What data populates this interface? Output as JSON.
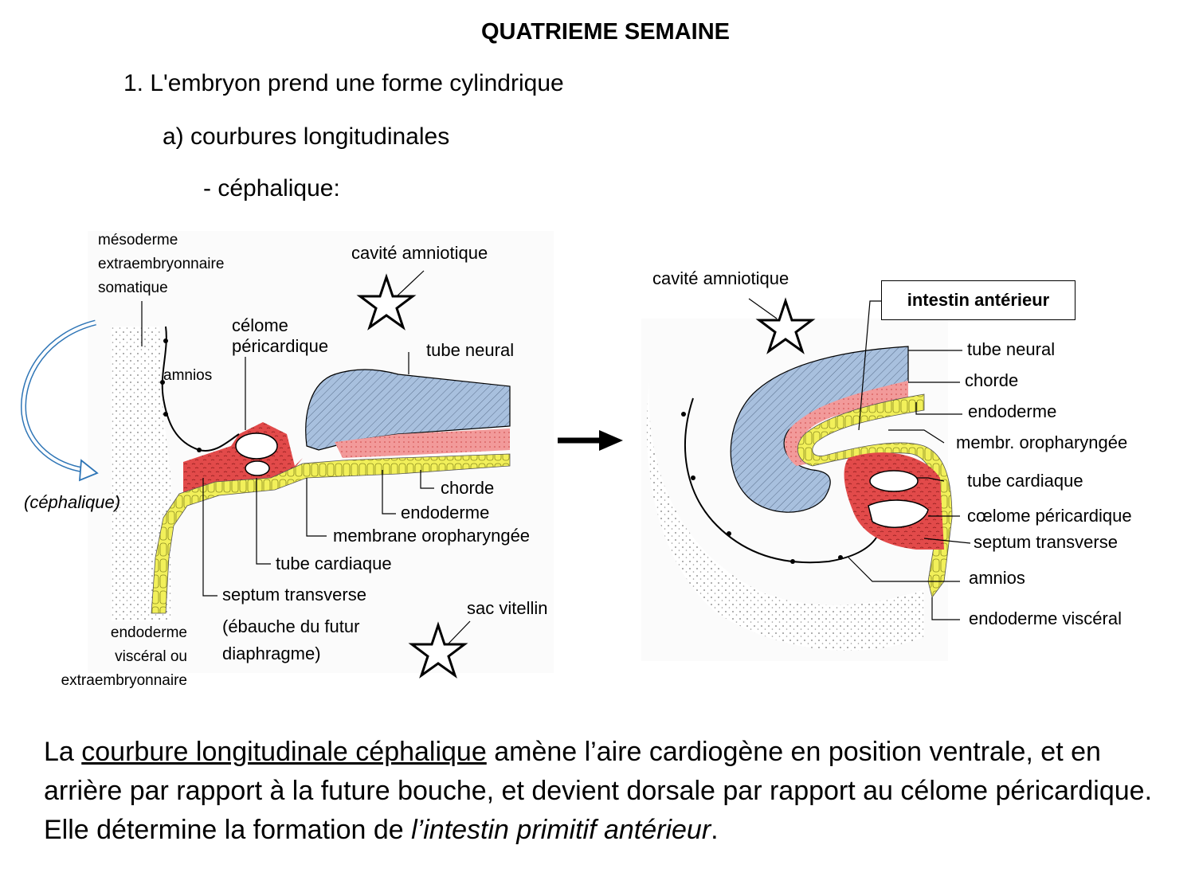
{
  "title": "QUATRIEME SEMAINE",
  "heading1": "1. L'embryon prend une forme cylindrique",
  "heading2": "a) courbures longitudinales",
  "heading3": "- céphalique:",
  "left": {
    "mesoderme_l1": "mésoderme",
    "mesoderme_l2": "extraembryonnaire",
    "mesoderme_l3": "somatique",
    "cavite": "cavité amniotique",
    "celome_l1": "célome",
    "celome_l2": "péricardique",
    "tube_neural": "tube neural",
    "amnios": "amnios",
    "cephalique": "(céphalique)",
    "chorde": "chorde",
    "endoderme": "endoderme",
    "membrane": "membrane oropharyngée",
    "tube_cardiaque": "tube cardiaque",
    "septum": "septum transverse",
    "ebauche_l1": "(ébauche du futur",
    "ebauche_l2": "diaphragme)",
    "sac": "sac vitellin",
    "endo_visc_l1": "endoderme",
    "endo_visc_l2": "viscéral ou",
    "endo_visc_l3": "extraembryonnaire"
  },
  "right": {
    "cavite": "cavité amniotique",
    "intestin": "intestin antérieur",
    "tube_neural": "tube neural",
    "chorde": "chorde",
    "endoderme": "endoderme",
    "membr": "membr. oropharyngée",
    "tube_cardiaque": "tube cardiaque",
    "coelome": "cœlome péricardique",
    "septum": "septum transverse",
    "amnios": "amnios",
    "endo_visc": "endoderme viscéral"
  },
  "paragraph": {
    "p1": "La ",
    "p2": "courbure longitudinale céphalique",
    "p3": " amène l’aire cardiogène en position ventrale, et en arrière par rapport à la future bouche, et devient dorsale par rapport au célome péricardique. Elle détermine la formation de ",
    "p4": "l’intestin primitif antérieur",
    "p5": "."
  },
  "colors": {
    "neural": "#a8c0de",
    "mesenchyme": "#e24a4a",
    "endoderm": "#f2f05a",
    "chorde": "#f09090",
    "arrow_blue": "#2e75b6"
  }
}
